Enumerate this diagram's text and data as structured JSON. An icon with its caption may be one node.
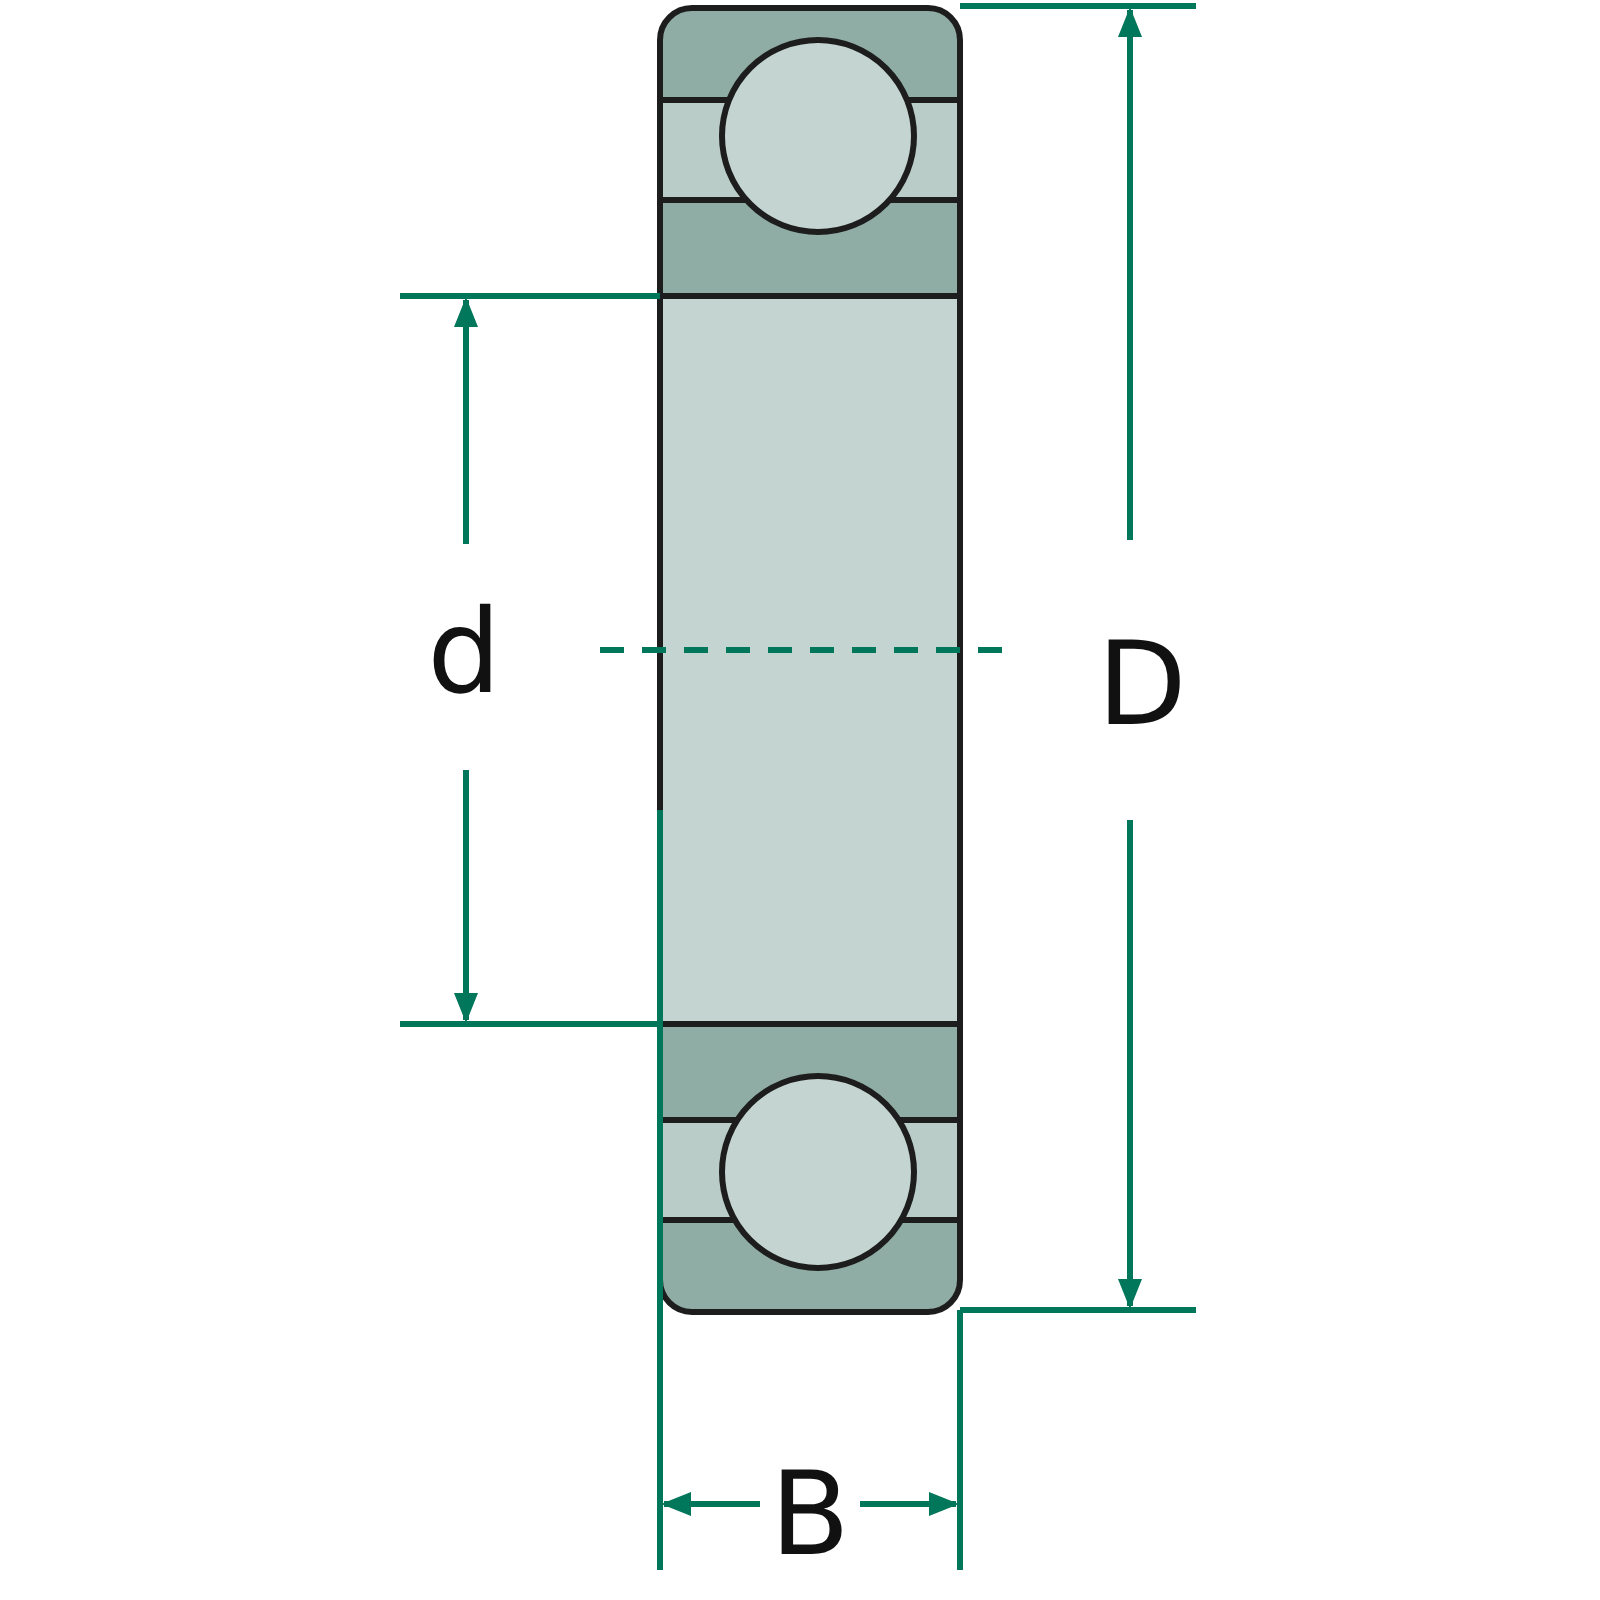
{
  "diagram": {
    "labels": [
      "d",
      "D",
      "B"
    ]
  }
}
